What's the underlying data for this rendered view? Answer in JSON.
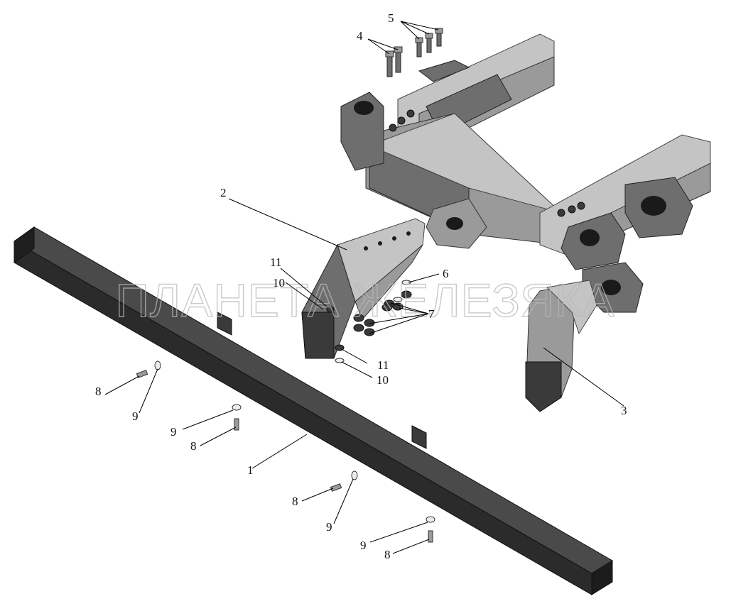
{
  "watermark": "ПЛАНЕТА ЖЕЛЕЗЯКА",
  "callouts": [
    {
      "id": "c1",
      "text": "1"
    },
    {
      "id": "c2",
      "text": "2"
    },
    {
      "id": "c3",
      "text": "3"
    },
    {
      "id": "c4",
      "text": "4"
    },
    {
      "id": "c5",
      "text": "5"
    },
    {
      "id": "c6",
      "text": "6"
    },
    {
      "id": "c7",
      "text": "7"
    },
    {
      "id": "c8a",
      "text": "8"
    },
    {
      "id": "c8b",
      "text": "8"
    },
    {
      "id": "c8c",
      "text": "8"
    },
    {
      "id": "c8d",
      "text": "8"
    },
    {
      "id": "c9a",
      "text": "9"
    },
    {
      "id": "c9b",
      "text": "9"
    },
    {
      "id": "c9c",
      "text": "9"
    },
    {
      "id": "c9d",
      "text": "9"
    },
    {
      "id": "c10a",
      "text": "10"
    },
    {
      "id": "c10b",
      "text": "10"
    },
    {
      "id": "c11a",
      "text": "11"
    },
    {
      "id": "c11b",
      "text": "11"
    }
  ]
}
